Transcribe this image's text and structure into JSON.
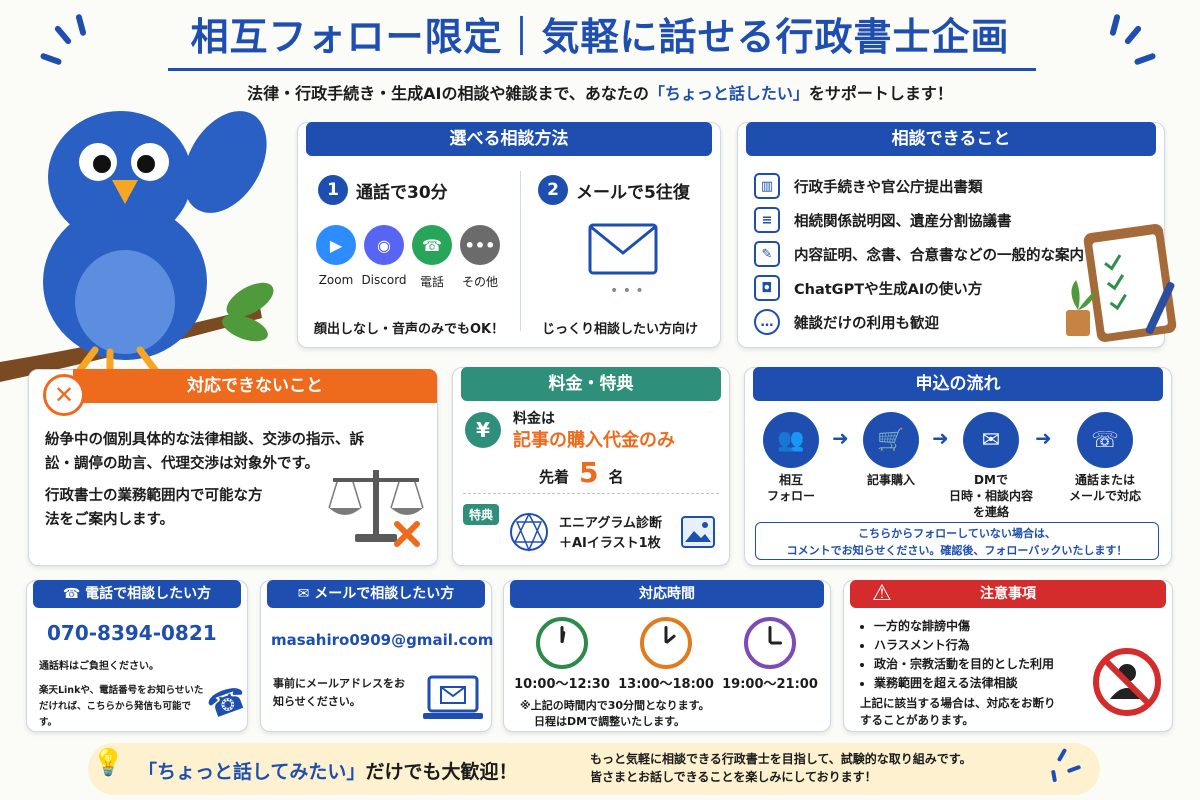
{
  "header": {
    "title": "相互フォロー限定｜気軽に話せる行政書士企画",
    "subtitle_pre": "法律・行政手続き・生成AIの相談や雑談まで、あなたの",
    "subtitle_highlight": "「ちょっと話したい」",
    "subtitle_post": "をサポートします！"
  },
  "methods": {
    "title": "選べる相談方法",
    "call": {
      "num": "1",
      "label": "通話で30分",
      "apps": [
        "Zoom",
        "Discord",
        "電話",
        "その他"
      ],
      "note": "顔出しなし・音声のみでもOK！"
    },
    "mail": {
      "num": "2",
      "label": "メールで5往復",
      "note": "じっくり相談したい方向け"
    }
  },
  "topics": {
    "title": "相談できること",
    "items": [
      "行政手続きや官公庁提出書類",
      "相続関係説明図、遺産分割協議書",
      "内容証明、念書、合意書などの一般的な案内",
      "ChatGPTや生成AIの使い方",
      "雑談だけの利用も歓迎"
    ]
  },
  "cannot": {
    "title": "対応できないこと",
    "p1": "紛争中の個別具体的な法律相談、交渉の指示、訴訟・調停の助言、代理交渉は対象外です。",
    "p2": "行政書士の業務範囲内で可能な方法をご案内します。"
  },
  "fee": {
    "title": "料金・特典",
    "yen": "¥",
    "fee_label": "料金は",
    "fee_value": "記事の購入代金のみ",
    "first_pre": "先着",
    "first_num": "5",
    "first_post": "名",
    "bonus_tag": "特典",
    "bonus_line1": "エニアグラム診断",
    "bonus_line2": "＋AIイラスト1枚"
  },
  "flow": {
    "title": "申込の流れ",
    "steps": [
      "相互\nフォロー",
      "記事購入",
      "DMで\n日時・相談内容\nを連絡",
      "通話または\nメールで対応"
    ],
    "note_line1": "こちらからフォローしていない場合は、",
    "note_line2": "コメントでお知らせください。確認後、フォローバックいたします！"
  },
  "phone": {
    "title": "電話で相談したい方",
    "number": "070-8394-0821",
    "note1": "通話料はご負担ください。",
    "note2": "楽天Linkや、電話番号をお知らせいただければ、こちらから発信も可能です。"
  },
  "email": {
    "title": "メールで相談したい方",
    "address": "masahiro0909@gmail.com",
    "note": "事前にメールアドレスをお知らせください。"
  },
  "hours": {
    "title": "対応時間",
    "slots": [
      "10:00〜12:30",
      "13:00〜18:00",
      "19:00〜21:00"
    ],
    "colors": [
      "#2e8a4a",
      "#e07b1f",
      "#7c4bb5"
    ],
    "note1": "※上記の時間内で30分間となります。",
    "note2": "日程はDMで調整いたします。"
  },
  "caution": {
    "title": "注意事項",
    "items": [
      "一方的な誹謗中傷",
      "ハラスメント行為",
      "政治・宗教活動を目的とした利用",
      "業務範囲を超える法律相談"
    ],
    "note": "上記に該当する場合は、対応をお断りすることがあります。"
  },
  "footer": {
    "hl": "「ちょっと話してみたい」",
    "main": "だけでも大歓迎！",
    "right1": "もっと気軽に相談できる行政書士を目指して、試験的な取り組みです。",
    "right2": "皆さまとお話しできることを楽しみにしております！"
  }
}
